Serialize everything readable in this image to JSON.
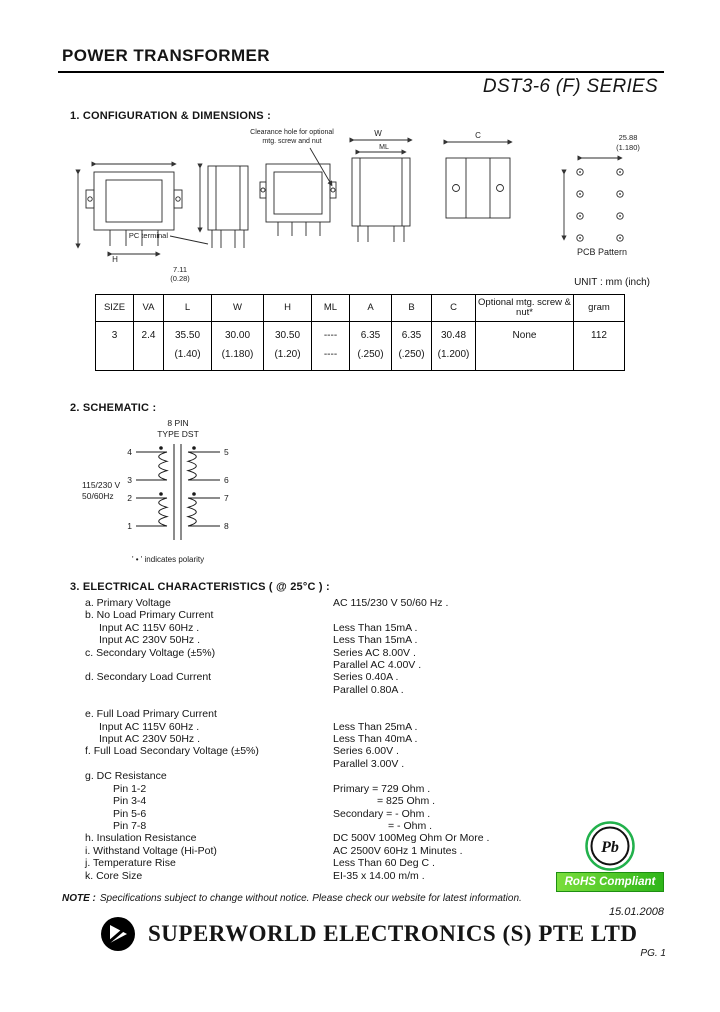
{
  "header": {
    "title": "POWER TRANSFORMER",
    "series": "DST3-6 (F) SERIES"
  },
  "section1": {
    "heading": "1. CONFIGURATION & DIMENSIONS :",
    "unit_label": "UNIT : mm (inch)",
    "drawing": {
      "clearance_note_1": "Clearance hole for optional",
      "clearance_note_2": "mtg. screw and nut",
      "pc_terminal": "PC terminal",
      "dim_h": "H",
      "dim_w": "W",
      "dim_ml": "ML",
      "dim_c": "C",
      "dim_pitch_mm": "7.11",
      "dim_pitch_in": "(0.28)",
      "dim_span_mm": "25.88",
      "dim_span_in": "(1.180)",
      "pcb_pattern": "PCB Pattern"
    }
  },
  "table": {
    "headers": [
      "SIZE",
      "VA",
      "L",
      "W",
      "H",
      "ML",
      "A",
      "B",
      "C",
      "Optional mtg. screw & nut*",
      "gram"
    ],
    "mm": [
      "3",
      "2.4",
      "35.50",
      "30.00",
      "30.50",
      "----",
      "6.35",
      "6.35",
      "30.48",
      "None",
      "112"
    ],
    "inch": [
      "",
      "",
      "(1.40)",
      "(1.180)",
      "(1.20)",
      "----",
      "(.250)",
      "(.250)",
      "(1.200)",
      "",
      ""
    ]
  },
  "section2": {
    "heading": "2. SCHEMATIC :",
    "schematic": {
      "type_line1": "8 PIN",
      "type_line2": "TYPE DST",
      "primary_line1": "115/230 V",
      "primary_line2": "50/60Hz",
      "pins_left": [
        "4",
        "3",
        "2",
        "1"
      ],
      "pins_right": [
        "5",
        "6",
        "7",
        "8"
      ],
      "polarity_note": "' • ' indicates polarity"
    }
  },
  "section3": {
    "heading": "3. ELECTRICAL CHARACTERISTICS ( @ 25°C ) :",
    "rows": [
      {
        "label": "a. Primary Voltage",
        "value": "AC 115/230 V 50/60 Hz ."
      },
      {
        "label": "b. No Load Primary Current",
        "value": ""
      },
      {
        "label": "Input AC 115V 60Hz .",
        "value": "Less Than 15mA ."
      },
      {
        "label": "Input AC 230V 50Hz .",
        "value": "Less Than 15mA ."
      },
      {
        "label": "c. Secondary Voltage (±5%)",
        "value": "Series AC 8.00V ."
      },
      {
        "label": "",
        "value": "Parallel AC 4.00V ."
      },
      {
        "label": "d. Secondary Load Current",
        "value": "Series 0.40A ."
      },
      {
        "label": "",
        "value": "Parallel 0.80A ."
      },
      {
        "label": "e. Full Load Primary Current",
        "value": ""
      },
      {
        "label": "Input AC 115V 60Hz .",
        "value": "Less Than 25mA ."
      },
      {
        "label": "Input AC 230V 50Hz .",
        "value": "Less Than 40mA ."
      },
      {
        "label": "f. Full Load Secondary Voltage (±5%)",
        "value": "Series 6.00V ."
      },
      {
        "label": "",
        "value": "Parallel 3.00V ."
      },
      {
        "label": "g. DC Resistance",
        "value": ""
      },
      {
        "label": "Pin 1-2",
        "value": "Primary = 729 Ohm ."
      },
      {
        "label": "Pin 3-4",
        "value": "= 825 Ohm ."
      },
      {
        "label": "Pin 5-6",
        "value": "Secondary = - Ohm ."
      },
      {
        "label": "Pin 7-8",
        "value": "= - Ohm ."
      },
      {
        "label": "h. Insulation Resistance",
        "value": "DC 500V 100Meg Ohm Or More ."
      },
      {
        "label": "i. Withstand Voltage (Hi-Pot)",
        "value": "AC 2500V 60Hz 1 Minutes ."
      },
      {
        "label": "j. Temperature Rise",
        "value": "Less Than 60 Deg C ."
      },
      {
        "label": "k. Core Size",
        "value": "EI-35 x 14.00 m/m ."
      }
    ]
  },
  "footer": {
    "pb": "Pb",
    "rohs": "RoHS Compliant",
    "note_prefix": "NOTE :",
    "note_text": "Specifications subject to change without notice. Please check our website for latest information.",
    "date": "15.01.2008",
    "company": "SUPERWORLD ELECTRONICS (S) PTE LTD",
    "page": "PG. 1"
  },
  "colors": {
    "rohs_green": "#3dbf1e",
    "pb_ring_green": "#22b14c"
  }
}
